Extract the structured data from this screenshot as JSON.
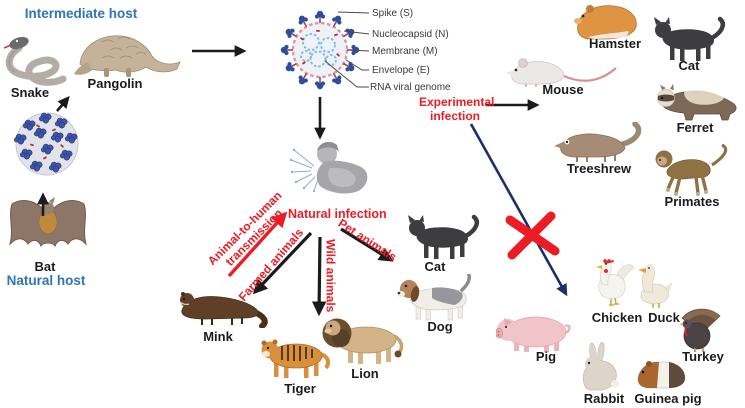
{
  "colors": {
    "host_blue": "#2e75b6",
    "infection_red": "#ed1c24",
    "experimental_navy": "#1b2f6b",
    "text_black": "#1b1b1b"
  },
  "hosts": {
    "intermediate": "Intermediate host",
    "natural": "Natural host"
  },
  "virus_parts": {
    "spike": "Spike (S)",
    "nucleocapsid": "Nucleocapsid (N)",
    "membrane": "Membrane (M)",
    "envelope": "Envelope (E)",
    "rna": "RNA viral genome"
  },
  "pathways": {
    "animal_to_human_1": "Animal-to-human",
    "animal_to_human_2": "transmission",
    "natural_infection": "Natural infection",
    "farmed": "Farmed animals",
    "wild": "Wild animals",
    "pet": "Pet animals",
    "experimental_1": "Experimental",
    "experimental_2": "infection"
  },
  "animals": {
    "snake": "Snake",
    "pangolin": "Pangolin",
    "bat": "Bat",
    "hamster": "Hamster",
    "cat_experimental": "Cat",
    "mouse": "Mouse",
    "ferret": "Ferret",
    "treeshrew": "Treeshrew",
    "primates": "Primates",
    "mink": "Mink",
    "tiger": "Tiger",
    "lion": "Lion",
    "cat_pet": "Cat",
    "dog": "Dog",
    "pig": "Pig",
    "chicken": "Chicken",
    "duck": "Duck",
    "turkey": "Turkey",
    "rabbit": "Rabbit",
    "guinea_pig": "Guinea pig"
  }
}
